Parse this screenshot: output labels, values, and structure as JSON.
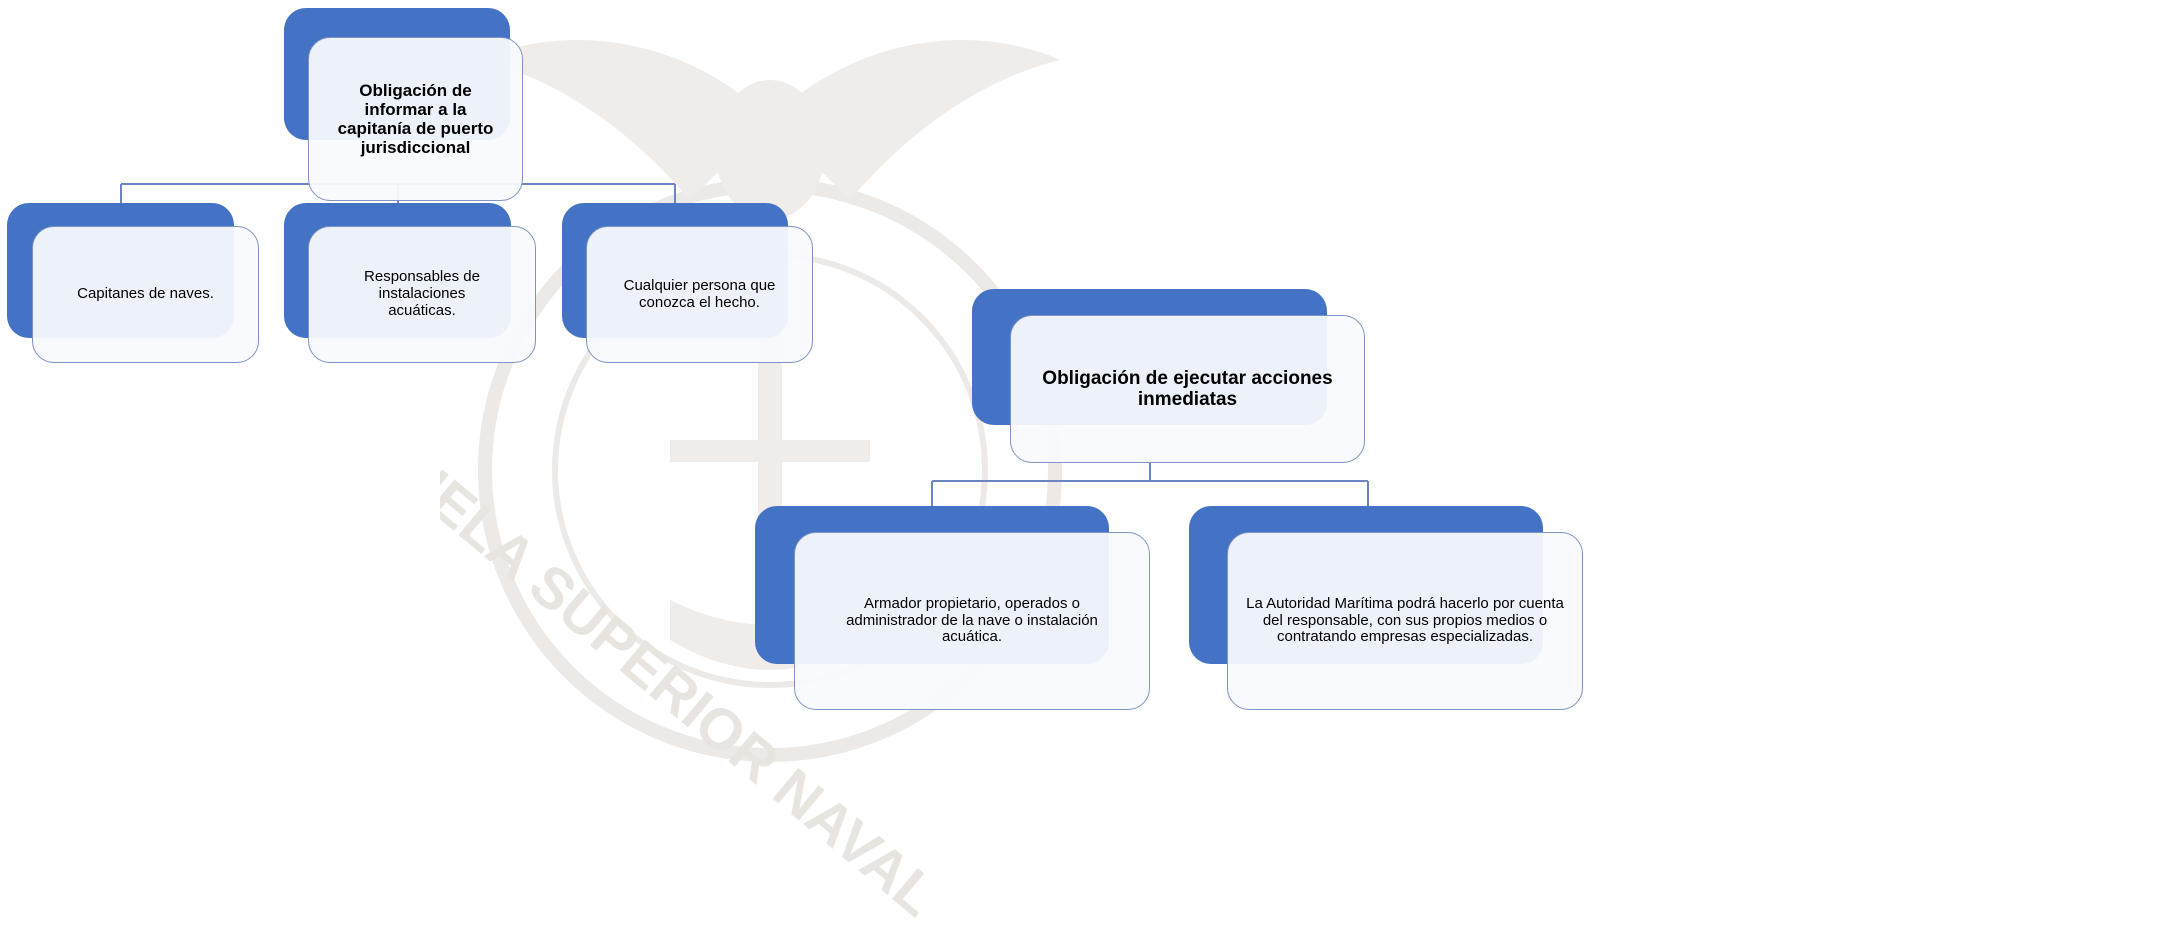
{
  "colors": {
    "accent": "#4472c4",
    "box_fill": "#f8fafd",
    "box_border": "#7f93c4",
    "connector": "#6d84c2",
    "watermark": "#ece9e6"
  },
  "watermark": {
    "icon": "school-emblem-icon",
    "text": "ESCUELA SUPERIOR NAVAL"
  },
  "tree1": {
    "root": "Obligación de informar a la capitanía de puerto jurisdiccional",
    "children": [
      "Capitanes de naves.",
      "Responsables de instalaciones acuáticas.",
      "Cualquier persona que conozca el hecho."
    ]
  },
  "tree2": {
    "root": "Obligación de ejecutar acciones inmediatas",
    "children": [
      "Armador propietario, operados o administrador de la nave o instalación acuática.",
      "La Autoridad Marítima podrá hacerlo por cuenta del responsable, con sus propios medios o contratando empresas especializadas."
    ]
  }
}
